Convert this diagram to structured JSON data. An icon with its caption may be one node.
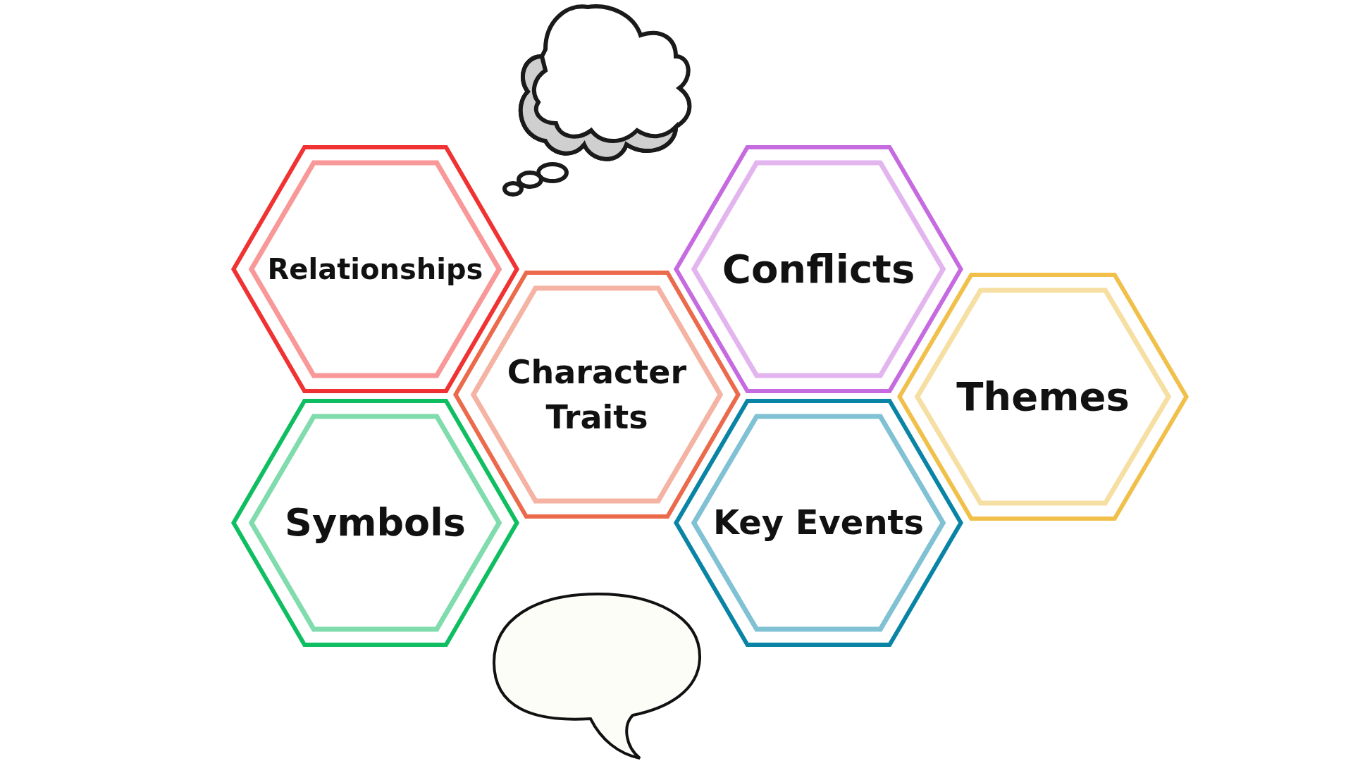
{
  "diagram": {
    "nodes": [
      {
        "text": [
          "Relationships"
        ]
      },
      {
        "text": [
          "Conflicts"
        ]
      },
      {
        "text": [
          "Character Traits"
        ]
      },
      {
        "text": [
          "Themes"
        ]
      },
      {
        "text": [
          "Symbols"
        ]
      },
      {
        "text": [
          "Key Events"
        ]
      }
    ]
  }
}
